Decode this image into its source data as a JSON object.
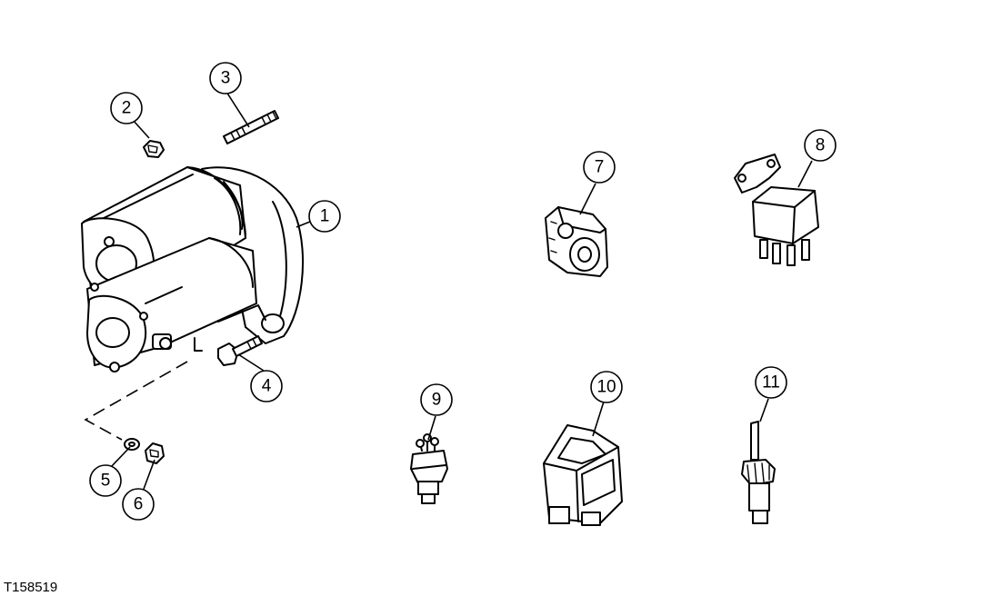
{
  "figure_id": "T158519",
  "callouts": [
    "1",
    "2",
    "3",
    "4",
    "5",
    "6",
    "7",
    "8",
    "9",
    "10",
    "11"
  ]
}
